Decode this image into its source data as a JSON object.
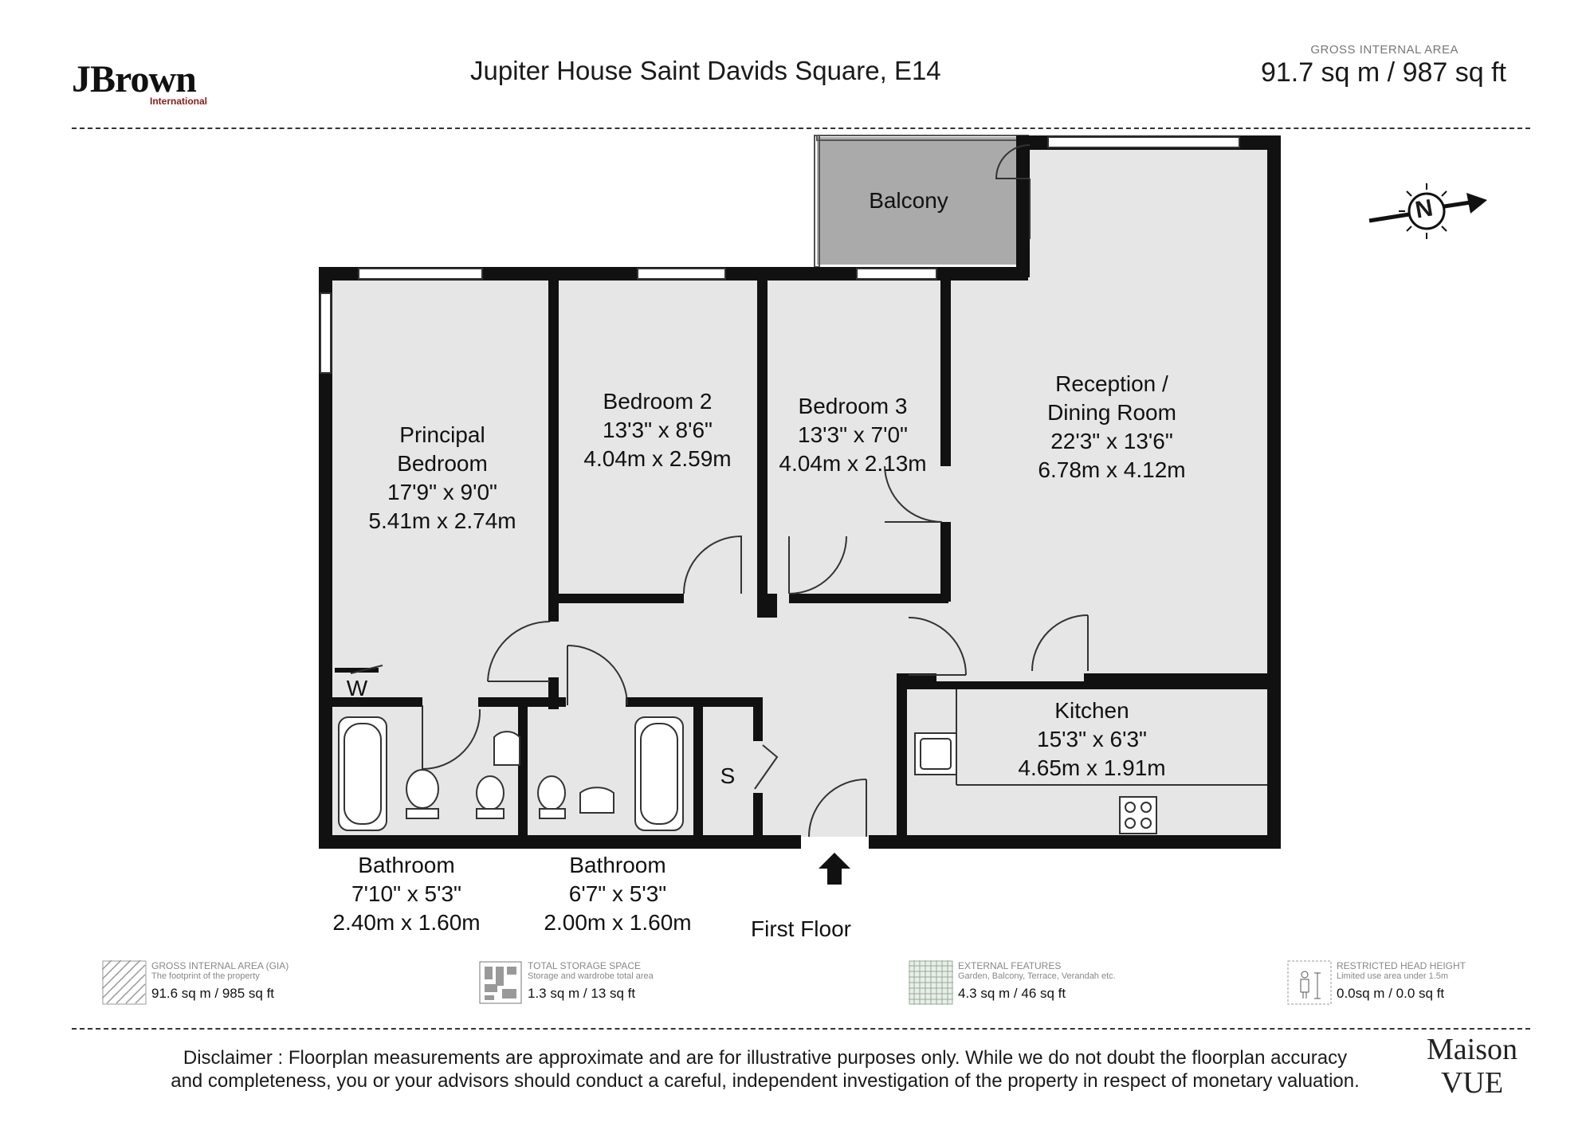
{
  "header": {
    "logo_name": "JBrown",
    "logo_sub": "International",
    "title": "Jupiter House Saint Davids Square, E14",
    "gia_label": "GROSS INTERNAL AREA",
    "gia_value": "91.7 sq m / 987 sq ft"
  },
  "rooms": {
    "balcony": {
      "name": "Balcony"
    },
    "principal_bedroom": {
      "name1": "Principal",
      "name2": "Bedroom",
      "imperial": "17'9\" x 9'0\"",
      "metric": "5.41m x 2.74m"
    },
    "bedroom2": {
      "name": "Bedroom 2",
      "imperial": "13'3\" x 8'6\"",
      "metric": "4.04m x 2.59m"
    },
    "bedroom3": {
      "name": "Bedroom 3",
      "imperial": "13'3\" x 7'0\"",
      "metric": "4.04m x 2.13m"
    },
    "reception": {
      "name1": "Reception /",
      "name2": "Dining Room",
      "imperial": "22'3\" x 13'6\"",
      "metric": "6.78m x 4.12m"
    },
    "kitchen": {
      "name": "Kitchen",
      "imperial": "15'3\" x 6'3\"",
      "metric": "4.65m x 1.91m"
    },
    "bathroom1": {
      "name": "Bathroom",
      "imperial": "7'10\" x 5'3\"",
      "metric": "2.40m x 1.60m"
    },
    "bathroom2": {
      "name": "Bathroom",
      "imperial": "6'7\" x 5'3\"",
      "metric": "2.00m x 1.60m"
    },
    "wardrobe": {
      "label": "W"
    },
    "storage": {
      "label": "S"
    }
  },
  "floor_label": "First Floor",
  "compass": {
    "letter": "N",
    "icon": "compass-north-icon"
  },
  "legend": [
    {
      "title": "GROSS INTERNAL AREA (GIA)",
      "sub": "The footprint of the property",
      "value": "91.6 sq m / 985 sq ft",
      "icon": "hatch-icon"
    },
    {
      "title": "TOTAL STORAGE SPACE",
      "sub": "Storage and wardrobe total area",
      "value": "1.3 sq m / 13 sq ft",
      "icon": "storage-icon"
    },
    {
      "title": "EXTERNAL FEATURES",
      "sub": "Garden, Balcony, Terrace, Verandah etc.",
      "value": "4.3 sq m / 46 sq ft",
      "icon": "grid-icon"
    },
    {
      "title": "RESTRICTED HEAD HEIGHT",
      "sub": "Limited use area under 1.5m",
      "value": "0.0sq m / 0.0 sq ft",
      "icon": "person-height-icon"
    }
  ],
  "disclaimer": {
    "line1": "Disclaimer : Floorplan measurements are approximate and are for illustrative purposes only. While we do not doubt the floorplan accuracy",
    "line2": "and completeness, you or your advisors should conduct a careful, independent investigation of the property in respect of monetary valuation."
  },
  "brand": {
    "line1": "Maison",
    "line2": "VUE"
  },
  "colors": {
    "wall": "#111111",
    "floor": "#e6e6e6",
    "balcony": "#aaaaaa",
    "background": "#ffffff"
  }
}
